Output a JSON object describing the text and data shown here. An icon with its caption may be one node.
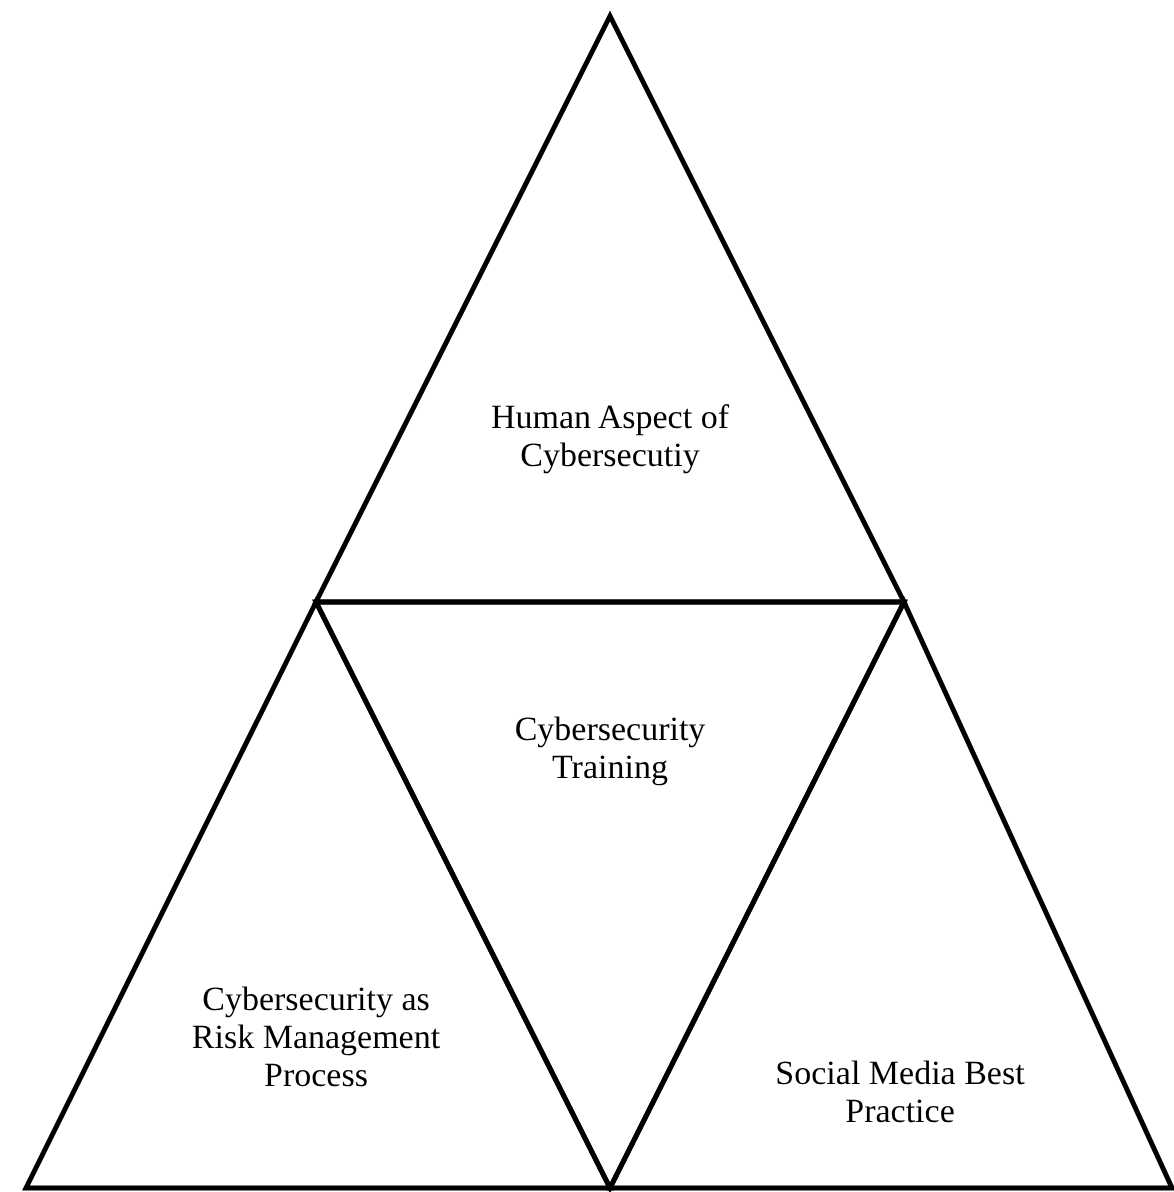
{
  "diagram": {
    "nodes": [
      {
        "text": [
          "Human Aspect of Cybersecutiy"
        ]
      },
      {
        "text": [
          "Cybersecurity Training"
        ]
      },
      {
        "text": [
          "Cybersecurity as Risk Management Process"
        ]
      },
      {
        "text": [
          "Social Media Best Practice"
        ]
      }
    ]
  }
}
